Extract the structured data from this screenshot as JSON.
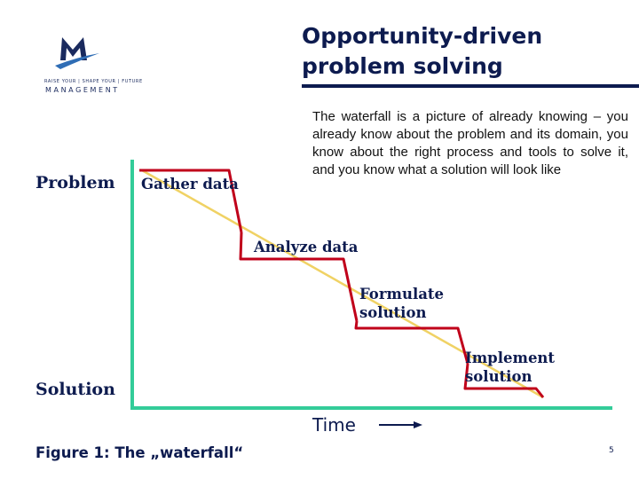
{
  "logo": {
    "tagline": "RAISE YOUR  |  SHAPE YOUR  |  FUTURE",
    "wordmark": "MANAGEMENT",
    "colors": {
      "navy": "#1a2a5e",
      "blue": "#2f6db5"
    }
  },
  "title": {
    "line1": "Opportunity-driven",
    "line2": "problem solving"
  },
  "description": "The waterfall is a picture of already knowing – you already know about the problem and its domain, you know about the right process and tools to solve it, and you know what a solution will look like",
  "diagram": {
    "y_top_label": "Problem",
    "y_bottom_label": "Solution",
    "x_label": "Time",
    "steps": [
      {
        "label": "Gather data"
      },
      {
        "label": "Analyze data"
      },
      {
        "label": "Formulate solution"
      },
      {
        "label": "Implement solution"
      }
    ],
    "colors": {
      "axis": "#33cc99",
      "steps": "#c0001a",
      "trend": "#f0d264",
      "arrow": "#0d1b4f"
    }
  },
  "caption": "Figure 1: The „waterfall“",
  "page_number": "5"
}
